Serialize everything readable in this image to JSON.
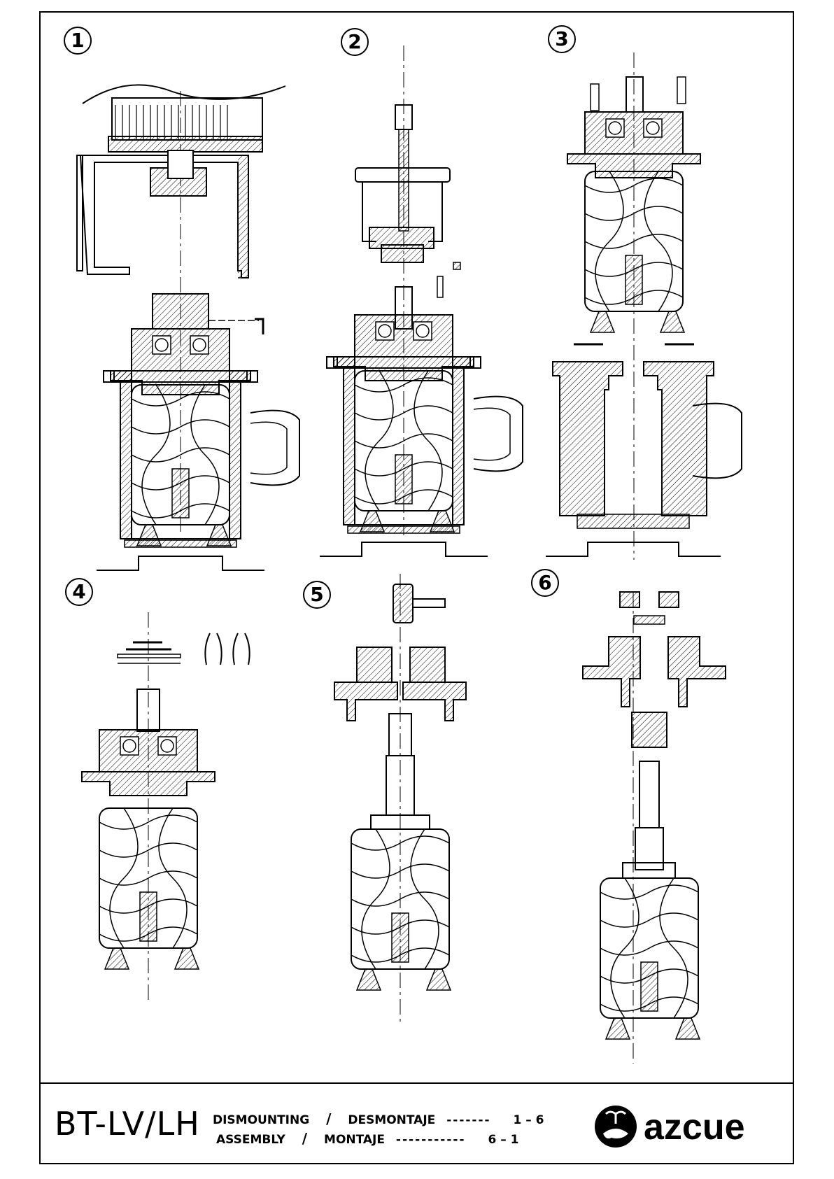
{
  "steps": [
    "1",
    "2",
    "3",
    "4",
    "5",
    "6"
  ],
  "title_block": {
    "model": "BT-LV/LH",
    "row1": {
      "label": "DISMOUNTING",
      "sep": "/",
      "label2": "DESMONTAJE",
      "dashes": "-------",
      "range": "1 – 6"
    },
    "row2": {
      "label": "ASSEMBLY",
      "sep": "/",
      "label2": "MONTAJE",
      "dashes": "-----------",
      "range": "6 – 1"
    },
    "brand": "azcue"
  }
}
